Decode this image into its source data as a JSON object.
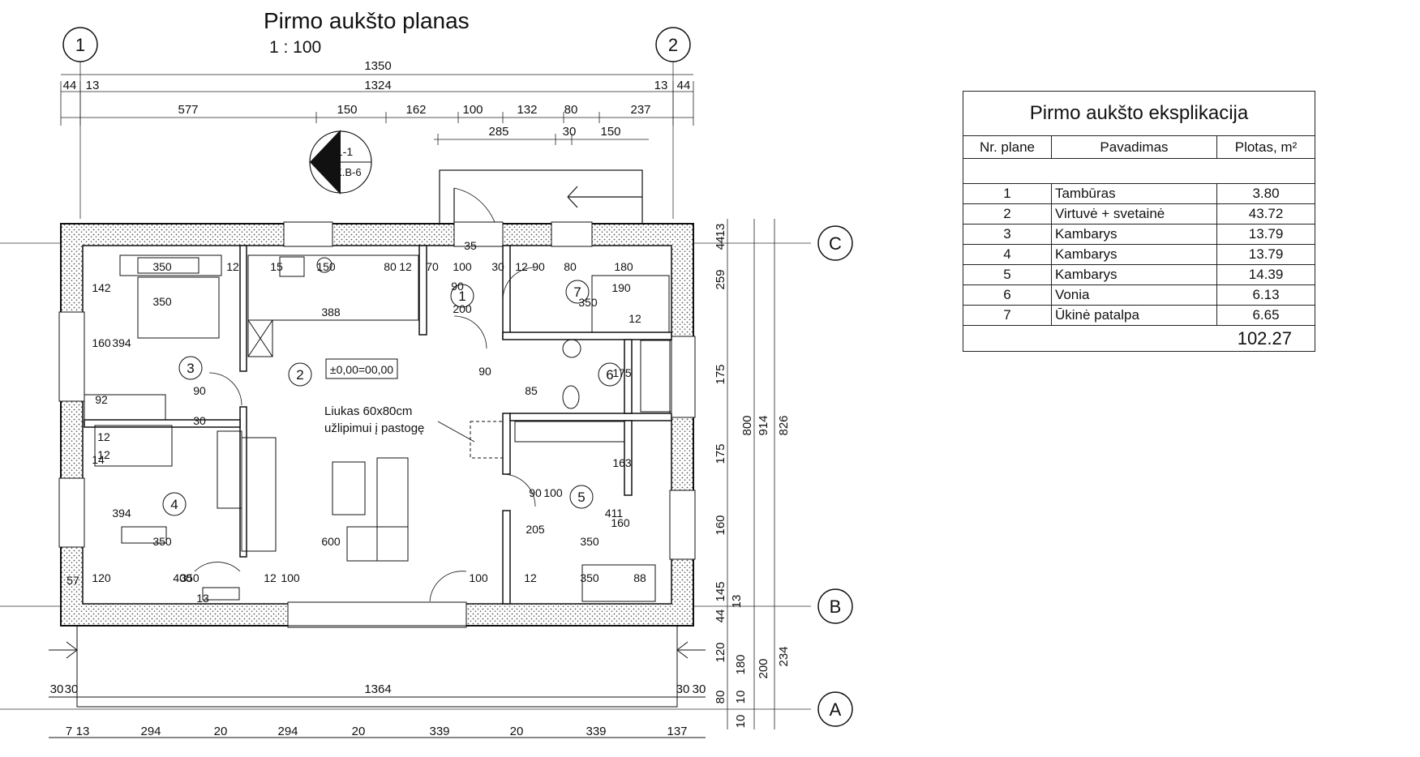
{
  "plan": {
    "title": "Pirmo aukšto planas",
    "scale": "1 : 100",
    "axes": [
      "1",
      "2",
      "C",
      "B",
      "A"
    ],
    "section_mark": {
      "line1": "1-1",
      "line2": "SK.B-6"
    },
    "level": "±0,00=00,00",
    "hatch_note": {
      "line1": "Liukas 60x80cm",
      "line2": "užlipimui į pastogę"
    },
    "room_numbers": [
      "1",
      "2",
      "3",
      "4",
      "5",
      "6",
      "7"
    ],
    "top_dims": {
      "overall": "1350",
      "row2": [
        "44",
        "13",
        "1324",
        "13",
        "44"
      ],
      "row3": [
        "577",
        "150",
        "162",
        "100",
        "132",
        "80",
        "237"
      ],
      "row4": [
        "285",
        "30",
        "150"
      ]
    },
    "right_dims": {
      "chain1": [
        "13",
        "44",
        "259",
        "175",
        "175",
        "160",
        "145",
        "13",
        "44"
      ],
      "chain2": [
        "800",
        "914",
        "826"
      ],
      "lower": [
        "120",
        "180",
        "200",
        "234",
        "80",
        "10",
        "10"
      ]
    },
    "bottom_dims": {
      "row1": [
        "30",
        "30",
        "1364",
        "30",
        "30"
      ],
      "row2": [
        "7",
        "13",
        "294",
        "20",
        "294",
        "20",
        "339",
        "20",
        "339",
        "137"
      ]
    },
    "interior_dims": [
      "350",
      "12",
      "15",
      "150",
      "80",
      "12",
      "70",
      "100",
      "30",
      "12",
      "90",
      "80",
      "180",
      "35",
      "90",
      "200",
      "350",
      "190",
      "142",
      "350",
      "388",
      "12",
      "160",
      "394",
      "90",
      "85",
      "175",
      "92",
      "30",
      "12",
      "14",
      "12",
      "163",
      "90",
      "100",
      "394",
      "600",
      "411",
      "205",
      "350",
      "350",
      "400",
      "160",
      "350",
      "12",
      "100",
      "100",
      "12",
      "350",
      "88",
      "13",
      "120",
      "57",
      "90"
    ]
  },
  "explication": {
    "title": "Pirmo aukšto eksplikacija",
    "headers": [
      "Nr. plane",
      "Pavadimas",
      "Plotas, m²"
    ],
    "rows": [
      {
        "nr": "1",
        "name": "Tambūras",
        "area": "3.80"
      },
      {
        "nr": "2",
        "name": "Virtuvė + svetainė",
        "area": "43.72"
      },
      {
        "nr": "3",
        "name": "Kambarys",
        "area": "13.79"
      },
      {
        "nr": "4",
        "name": "Kambarys",
        "area": "13.79"
      },
      {
        "nr": "5",
        "name": "Kambarys",
        "area": "14.39"
      },
      {
        "nr": "6",
        "name": "Vonia",
        "area": "6.13"
      },
      {
        "nr": "7",
        "name": "Ūkinė patalpa",
        "area": "6.65"
      }
    ],
    "total": "102.27"
  }
}
